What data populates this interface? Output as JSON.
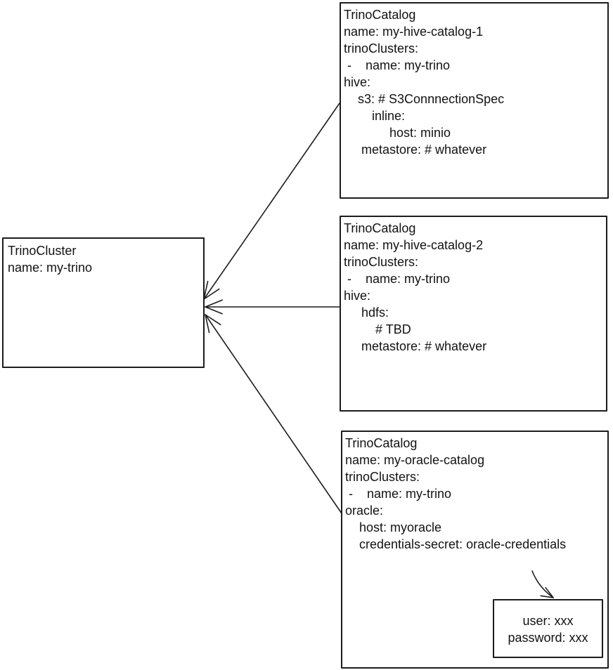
{
  "colors": {
    "stroke": "#1c1c1c",
    "background": "#ffffff",
    "text": "#121212"
  },
  "cluster": {
    "lines": [
      "TrinoCluster",
      "name: my-trino"
    ]
  },
  "catalogs": [
    {
      "lines": [
        "TrinoCatalog",
        "name: my-hive-catalog-1",
        "trinoClusters:",
        " -    name: my-trino",
        "hive:",
        "    s3: # S3ConnnectionSpec",
        "        inline:",
        "             host: minio",
        "     metastore: # whatever"
      ]
    },
    {
      "lines": [
        "TrinoCatalog",
        "name: my-hive-catalog-2",
        "trinoClusters:",
        " -    name: my-trino",
        "hive:",
        "     hdfs:",
        "         # TBD",
        "     metastore: # whatever"
      ]
    },
    {
      "lines": [
        "TrinoCatalog",
        "name: my-oracle-catalog",
        "trinoClusters:",
        " -    name: my-trino",
        "oracle:",
        "    host: myoracle",
        "    credentials-secret: oracle-credentials"
      ]
    }
  ],
  "credentials_secret": {
    "lines": [
      "user: xxx",
      "password: xxx"
    ]
  }
}
